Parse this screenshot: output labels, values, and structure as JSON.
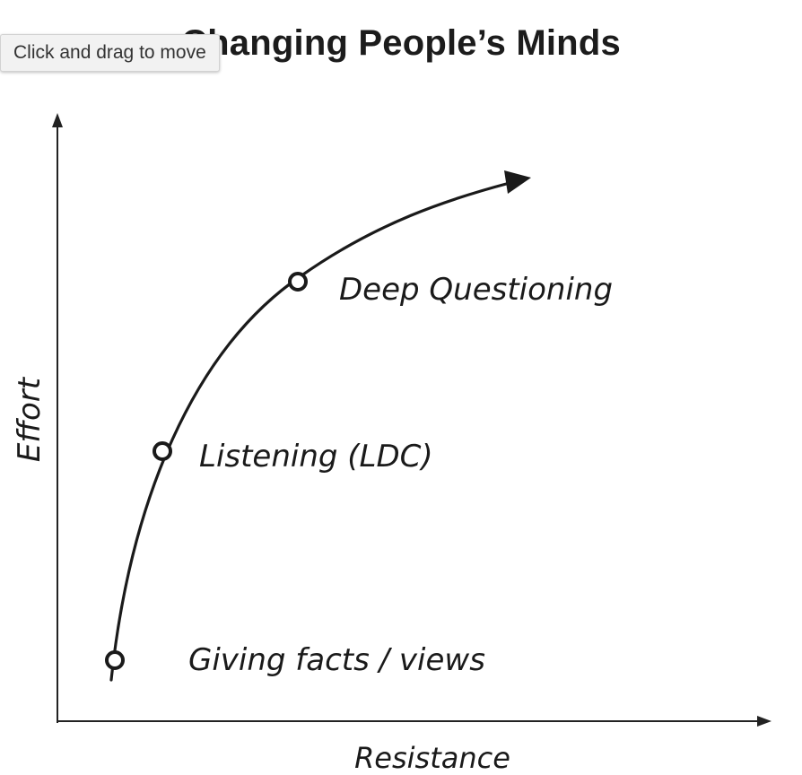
{
  "diagram": {
    "title": "Changing People’s Minds",
    "y_axis_label": "Effort",
    "x_axis_label": "Resistance",
    "points": [
      {
        "label": "Giving facts / views"
      },
      {
        "label": "Listening (LDC)"
      },
      {
        "label": "Deep Questioning"
      }
    ]
  },
  "tooltip": {
    "text": "Click and drag to move"
  }
}
